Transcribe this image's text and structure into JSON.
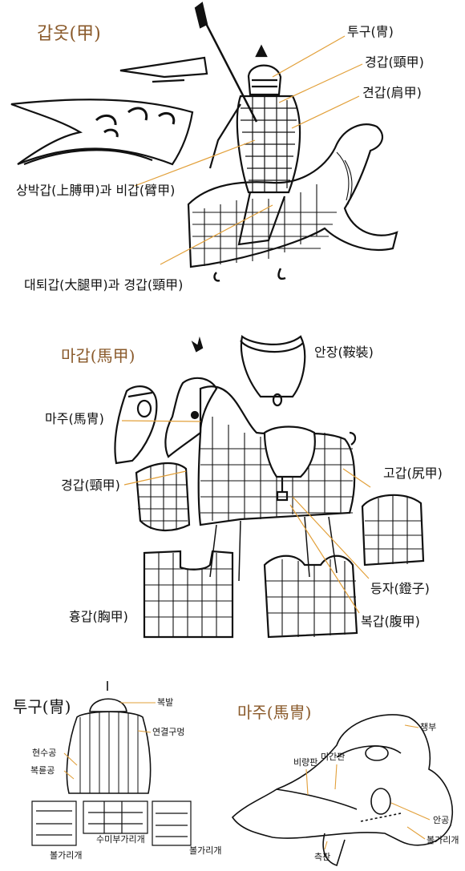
{
  "section1": {
    "title": "갑옷(甲)",
    "labels": {
      "helmet": "투구(冑)",
      "neck_guard": "경갑(頸甲)",
      "shoulder_guard": "견갑(肩甲)",
      "arm_guards": "상박갑(上膊甲)과 비갑(臂甲)",
      "thigh_neck": "대퇴갑(大腿甲)과 경갑(頸甲)"
    }
  },
  "section2": {
    "title": "마갑(馬甲)",
    "labels": {
      "saddle": "안장(鞍裝)",
      "horse_mask": "마주(馬冑)",
      "horse_neck": "경갑(頸甲)",
      "rump": "고갑(尻甲)",
      "stirrup": "등자(鐙子)",
      "chest": "흉갑(胸甲)",
      "belly": "복갑(腹甲)"
    }
  },
  "section3": {
    "helmet": {
      "title": "투구(冑)",
      "labels": {
        "bokbal": "복발",
        "connecting_holes": "연결구멍",
        "hyeonsugong": "현수공",
        "bokryungong": "복륜공",
        "cheek_guard_left": "볼가리개",
        "neck_guard": "수미부가리개",
        "cheek_guard_right": "볼가리개"
      }
    },
    "horse_mask": {
      "title": "마주(馬冑)",
      "labels": {
        "cheongbu": "챙부",
        "migan": "미간판",
        "biryang": "비량판",
        "eye_hole": "안공",
        "cheek_guard": "볼가리개",
        "side_plate": "측판"
      }
    }
  },
  "colors": {
    "title": "#8a5a2b",
    "leader": "#e2a03a",
    "ink": "#111111"
  }
}
